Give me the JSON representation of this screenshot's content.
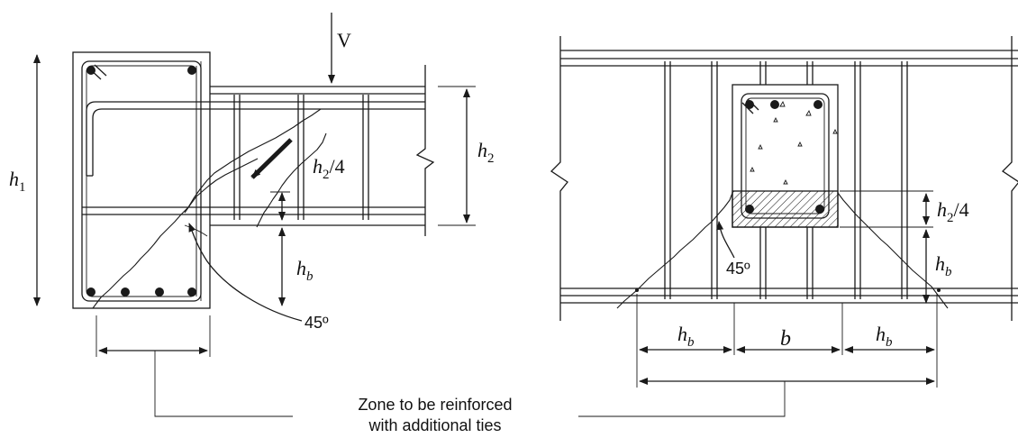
{
  "labels": {
    "load": "V",
    "h1_main": "h",
    "h1_sub": "1",
    "h2_main": "h",
    "h2_sub": "2",
    "h2q_main": "h",
    "h2q_sub": "2",
    "h2q_suffix": "/4",
    "hb_main": "h",
    "hb_sub": "b",
    "angle": "45º",
    "b": "b",
    "caption_line1": "Zone to be reinforced",
    "caption_line2": "with additional ties"
  }
}
